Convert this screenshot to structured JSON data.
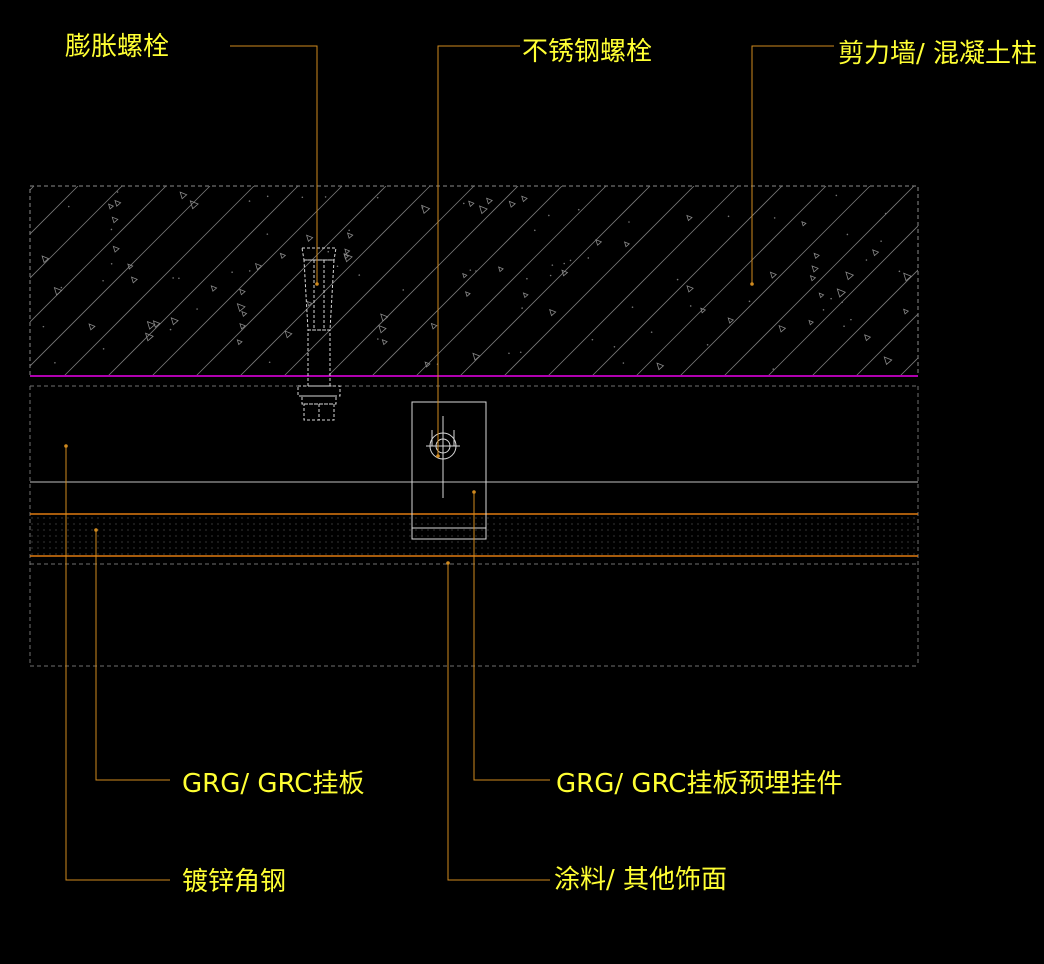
{
  "colors": {
    "background": "#000000",
    "label_text": "#ffff33",
    "leader_line": "#d08a1e",
    "concrete_line": "#8a8a8a",
    "finish_line": "#b000b0",
    "panel_line": "#e07b10",
    "bolt_line": "#d8d8d8"
  },
  "labels": {
    "expansion_bolt": "膨胀螺栓",
    "stainless_bolt": "不锈钢螺栓",
    "shear_wall": "剪力墙/ 混凝土柱",
    "grg_panel": "GRG/ GRC挂板",
    "grg_embedded": "GRG/ GRC挂板预埋挂件",
    "galvanized_angle": "镀锌角钢",
    "coating": "涂料/ 其他饰面"
  }
}
